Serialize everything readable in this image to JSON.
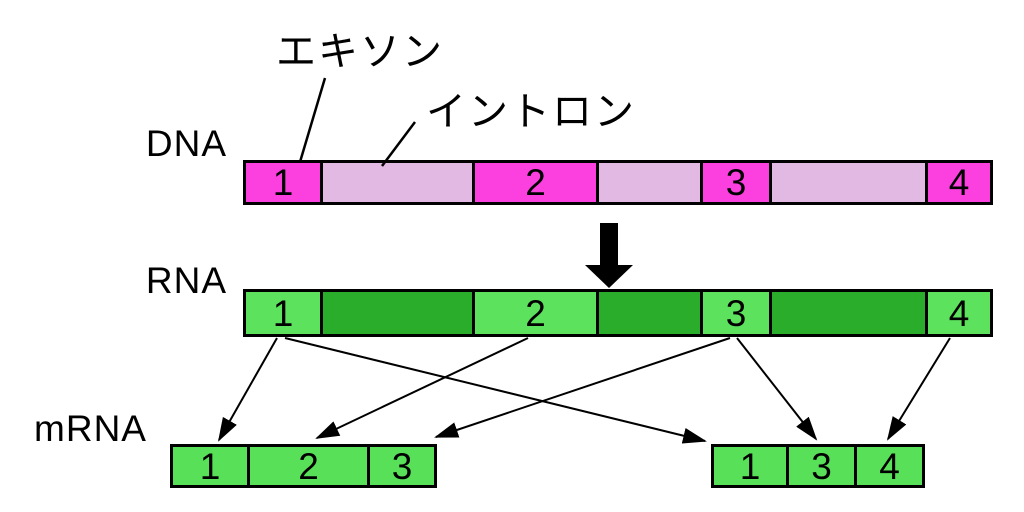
{
  "annotations": {
    "exon_label": "エキソン",
    "intron_label": "イントロン"
  },
  "rows": {
    "dna": {
      "label": "DNA",
      "segments": [
        {
          "type": "exon",
          "label": "1"
        },
        {
          "type": "intron",
          "label": ""
        },
        {
          "type": "exon",
          "label": "2"
        },
        {
          "type": "intron",
          "label": ""
        },
        {
          "type": "exon",
          "label": "3"
        },
        {
          "type": "intron",
          "label": ""
        },
        {
          "type": "exon",
          "label": "4"
        }
      ]
    },
    "rna": {
      "label": "RNA",
      "segments": [
        {
          "type": "exon",
          "label": "1"
        },
        {
          "type": "intron",
          "label": ""
        },
        {
          "type": "exon",
          "label": "2"
        },
        {
          "type": "intron",
          "label": ""
        },
        {
          "type": "exon",
          "label": "3"
        },
        {
          "type": "intron",
          "label": ""
        },
        {
          "type": "exon",
          "label": "4"
        }
      ]
    },
    "mrna": {
      "label": "mRNA",
      "left_bar": {
        "segments": [
          {
            "label": "1"
          },
          {
            "label": "2"
          },
          {
            "label": "3"
          }
        ]
      },
      "right_bar": {
        "segments": [
          {
            "label": "1"
          },
          {
            "label": "3"
          },
          {
            "label": "4"
          }
        ]
      }
    }
  },
  "arrows": {
    "transcription": {
      "from": "dna",
      "to": "rna"
    },
    "splicing": [
      {
        "from": "rna-exon-1",
        "to": "mrna-left-segment-1"
      },
      {
        "from": "rna-exon-1",
        "to": "mrna-right-segment-1"
      },
      {
        "from": "rna-exon-2",
        "to": "mrna-left-segment-2"
      },
      {
        "from": "rna-exon-3",
        "to": "mrna-left-segment-3"
      },
      {
        "from": "rna-exon-3",
        "to": "mrna-right-segment-3"
      },
      {
        "from": "rna-exon-4",
        "to": "mrna-right-segment-4"
      }
    ]
  },
  "colors": {
    "dna_exon": "#FB40DF",
    "dna_intron": "#E2B9E3",
    "rna_exon": "#5CE25C",
    "rna_intron": "#2AAD2A",
    "mrna_exon": "#58E158",
    "outline": "#000000"
  }
}
